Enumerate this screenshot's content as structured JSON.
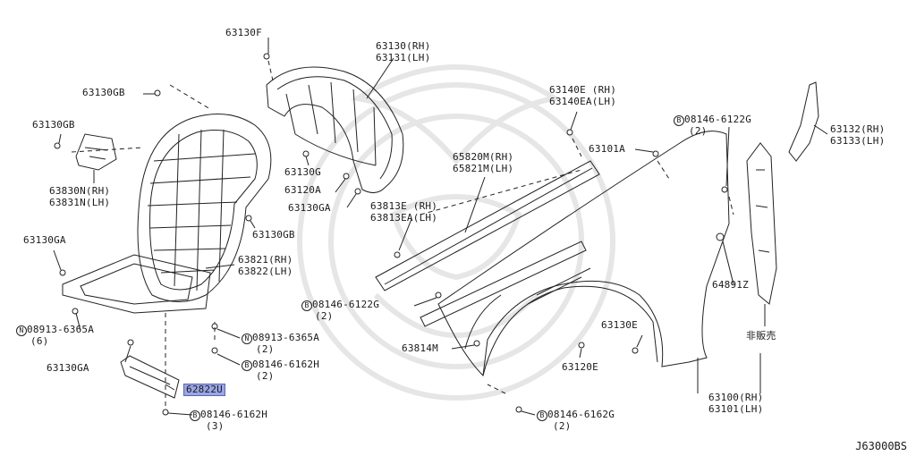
{
  "diagram_ref": "J63000BS",
  "labels": {
    "p63130F": "63130F",
    "p63130": "63130(RH)",
    "p63131": "63131(LH)",
    "p63130GB_top": "63130GB",
    "p63130GB_left": "63130GB",
    "p63830N": "63830N(RH)",
    "p63831N": "63831N(LH)",
    "p63130G": "63130G",
    "p63120A": "63120A",
    "p63130GA_mid": "63130GA",
    "p63130GB_right": "63130GB",
    "p63130GA_left": "63130GA",
    "p63821": "63821(RH)",
    "p63822": "63822(LH)",
    "p08913_left": "08913-6365A",
    "p08913_left_qty": "(6)",
    "p08913_right": "08913-6365A",
    "p08913_right_qty": "(2)",
    "p08146_H_upper": "08146-6162H",
    "p08146_H_upper_qty": "(2)",
    "p62822U": "62822U",
    "p63130GA_bottom": "63130GA",
    "p08146_H_lower": "08146-6162H",
    "p08146_H_lower_qty": "(3)",
    "p63140E": "63140E (RH)",
    "p63140EA": "63140EA(LH)",
    "p65820M": "65820M(RH)",
    "p65821M": "65821M(LH)",
    "p63813E": "63813E (RH)",
    "p63813EA": "63813EA(LH)",
    "p08146_122G_mid": "08146-6122G",
    "p08146_122G_mid_qty": "(2)",
    "p63814M": "63814M",
    "p08146_162G": "08146-6162G",
    "p08146_162G_qty": "(2)",
    "p63101A": "63101A",
    "p08146_122G_top": "08146-6122G",
    "p08146_122G_top_qty": "(2)",
    "p63132": "63132(RH)",
    "p63133": "63133(LH)",
    "p64891Z": "64891Z",
    "p63130E": "63130E",
    "p63120E": "63120E",
    "p_not_sold": "非販売",
    "p63100": "63100(RH)",
    "p63101": "63101(LH)"
  },
  "markers": {
    "N": "N",
    "B": "B"
  },
  "colors": {
    "line": "#222222",
    "highlight": "#9aa6e6",
    "watermark": "#e8e8e8"
  }
}
